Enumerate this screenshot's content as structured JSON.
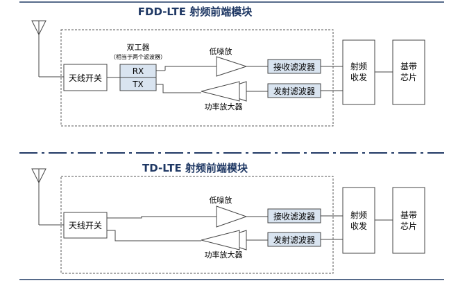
{
  "fdd": {
    "title": "FDD-LTE 射频前端模块",
    "antenna_switch": "天线开关",
    "duplexer_label": "双工器",
    "duplexer_note": "（相当于两个滤波器）",
    "rx": "RX",
    "tx": "TX",
    "lna": "低噪放",
    "pa": "功率放大器",
    "rx_filter": "接收滤波器",
    "tx_filter": "发射滤波器",
    "transceiver": [
      "射频",
      "收发"
    ],
    "baseband": [
      "基带",
      "芯片"
    ]
  },
  "td": {
    "title": "TD-LTE 射频前端模块",
    "antenna_switch": "天线开关",
    "lna": "低噪放",
    "pa": "功率放大器",
    "rx_filter": "接收滤波器",
    "tx_filter": "发射滤波器",
    "transceiver": [
      "射频",
      "收发"
    ],
    "baseband": [
      "基带",
      "芯片"
    ]
  },
  "colors": {
    "title": "#1f3864",
    "filter_fill": "#d9e4f0",
    "rule": "#1f3864"
  }
}
